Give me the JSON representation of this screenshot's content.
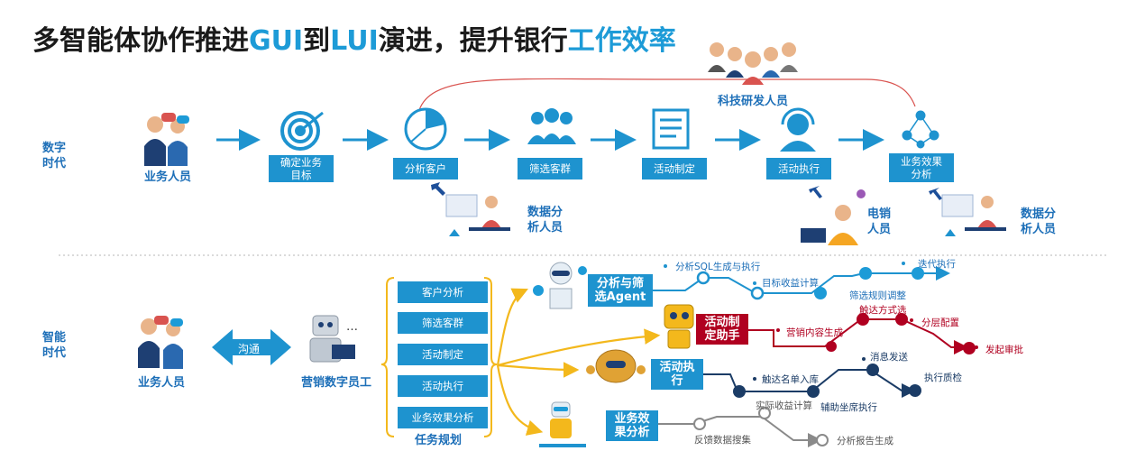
{
  "title": {
    "part1": "多智能体协作推进",
    "gui": "GUI",
    "part2": "到",
    "lui": "LUI",
    "part3": "演进，提升银行",
    "hl2": "工作效率"
  },
  "digital": {
    "era_label": "数字\n时代",
    "business_person": "业务人员",
    "steps": [
      "确定业务\n目标",
      "分析客户",
      "筛选客群",
      "活动制定",
      "活动执行",
      "业务效果\n分析"
    ],
    "tech_staff": "科技研发人员",
    "data_analyst_1": "数据分\n析人员",
    "telemarketer": "电销\n人员",
    "data_analyst_2": "数据分\n析人员"
  },
  "intelligent": {
    "era_label": "智能\n时代",
    "business_person": "业务人员",
    "communicate": "沟通",
    "digital_employee": "营销数字员工",
    "ellipsis": "…",
    "tasks": [
      "客户分析",
      "筛选客群",
      "活动制定",
      "活动执行",
      "业务效果分析"
    ],
    "task_planning": "任务规划",
    "agents": {
      "analysis": "分析与筛\n选Agent",
      "planning": "活动制\n定助手",
      "execution": "活动执\n行",
      "effect": "业务效\n果分析"
    },
    "flows": {
      "analysis": [
        "分析SQL生成与执行",
        "目标收益计算",
        "筛选规则调整",
        "迭代执行"
      ],
      "planning": [
        "营销内容生成",
        "触达方式选",
        "分层配置",
        "发起审批"
      ],
      "execution": [
        "触达名单入库",
        "消息发送",
        "辅助坐席执行",
        "执行质检"
      ],
      "effect": [
        "实际收益计算",
        "反馈数据搜集",
        "分析报告生成"
      ]
    }
  },
  "colors": {
    "blue": "#1e93cf",
    "navy": "#1b3c66",
    "red": "#b00020",
    "gray": "#8a8a8a",
    "gold": "#f3b81c",
    "label": "#1d6fb8"
  }
}
